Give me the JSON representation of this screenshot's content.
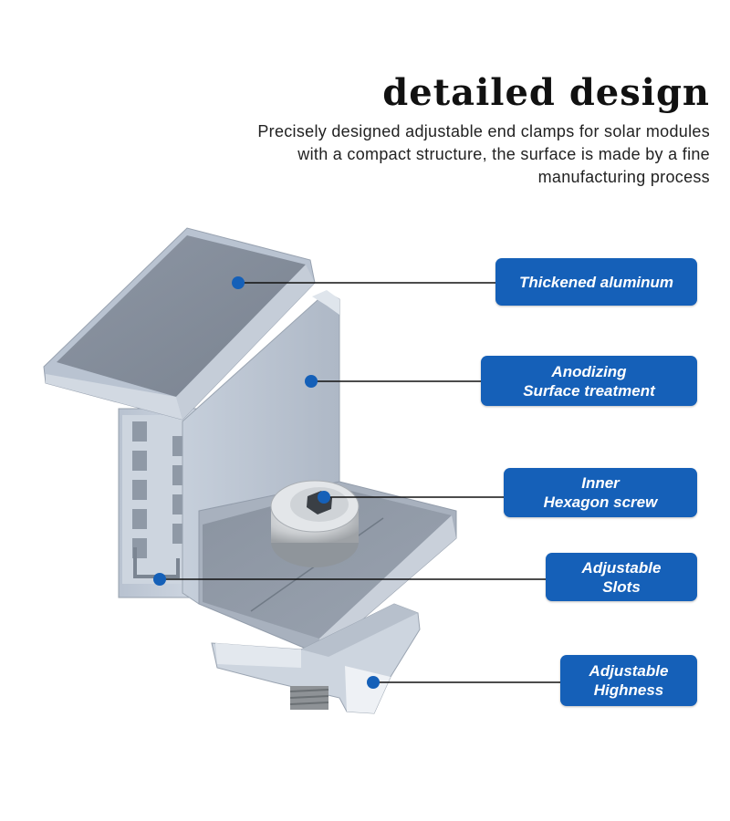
{
  "header": {
    "title": "detailed design",
    "description_lines": [
      "Precisely designed adjustable end clamps for solar modules",
      "with a compact structure, the surface is made by a fine",
      "manufacturing process"
    ]
  },
  "callouts": [
    {
      "lines": [
        "Thickened aluminum"
      ]
    },
    {
      "lines": [
        "Anodizing",
        "Surface treatment"
      ]
    },
    {
      "lines": [
        "Inner",
        "Hexagon screw"
      ]
    },
    {
      "lines": [
        "Adjustable",
        "Slots"
      ]
    },
    {
      "lines": [
        "Adjustable",
        "Highness"
      ]
    }
  ],
  "colors": {
    "label_background": "#1560b8",
    "marker_dot": "#1560b8",
    "leader_line": "#111111",
    "aluminum_light": "#c3ccd9",
    "aluminum_mid": "#a9b3c2",
    "aluminum_dark": "#7f8896"
  }
}
